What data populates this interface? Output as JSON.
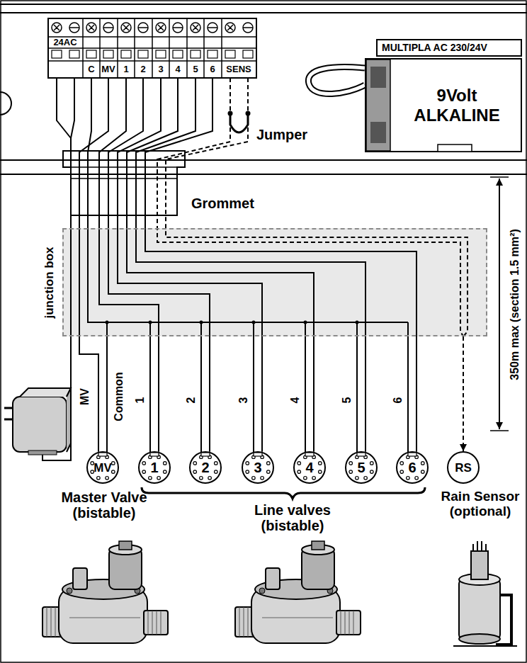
{
  "diagram": {
    "nodes": [
      {
        "text": [
          "MULTIPLA AC 230/24V"
        ]
      },
      {
        "text": [
          "9Volt ALKALINE"
        ]
      },
      {
        "text": [
          "Grommet"
        ]
      },
      {
        "text": [
          "junction box"
        ]
      },
      {
        "text": [
          "MV",
          "Master Valve (bistable)"
        ]
      },
      {
        "text": [
          "1"
        ]
      },
      {
        "text": [
          "2"
        ]
      },
      {
        "text": [
          "3"
        ]
      },
      {
        "text": [
          "4"
        ]
      },
      {
        "text": [
          "5"
        ]
      },
      {
        "text": [
          "6"
        ]
      },
      {
        "text": [
          "RS",
          "Rain Sensor (optional)"
        ]
      }
    ],
    "edges": [
      {
        "from": 3,
        "to": 4,
        "arrow": "none"
      },
      {
        "from": 3,
        "to": 5,
        "label": "1",
        "arrow": "none"
      },
      {
        "from": 3,
        "to": 6,
        "label": "2",
        "arrow": "none"
      },
      {
        "from": 3,
        "to": 7,
        "label": "3",
        "arrow": "none"
      },
      {
        "from": 3,
        "to": 8,
        "label": "4",
        "arrow": "none"
      },
      {
        "from": 3,
        "to": 9,
        "label": "5",
        "arrow": "none"
      },
      {
        "from": 3,
        "to": 10,
        "label": "6",
        "arrow": "none"
      },
      {
        "from": 3,
        "to": 11,
        "arrow": "to"
      }
    ],
    "labels": [
      "24AC",
      "C",
      "MV",
      "1",
      "2",
      "3",
      "4",
      "5",
      "6",
      "SENS",
      "Jumper",
      "MV",
      "Common",
      "350m max (section 1.5 mm²)",
      "Line valves (bistable)"
    ]
  }
}
